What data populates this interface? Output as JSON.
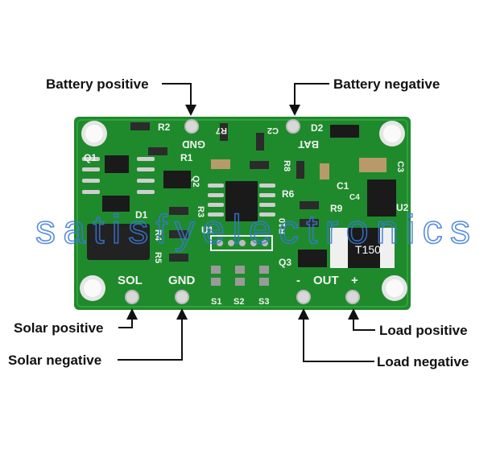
{
  "labels": {
    "battery_positive": "Battery positive",
    "battery_negative": "Battery negative",
    "solar_positive": "Solar positive",
    "solar_negative": "Solar negative",
    "load_positive": "Load positive",
    "load_negative": "Load negative"
  },
  "board": {
    "silkscreen": {
      "sol": "SOL",
      "gnd": "GND",
      "out": "OUT",
      "minus": "-",
      "plus": "+",
      "bat": "BAT",
      "gnd_top": "GND",
      "r2": "R2",
      "r1": "R1",
      "r3": "R3",
      "r4": "R4",
      "r5": "R5",
      "r6": "R6",
      "r7": "R7",
      "r8": "R8",
      "r9": "R9",
      "r10": "R10",
      "c1": "C1",
      "c2": "C2",
      "c3": "C3",
      "c4": "C4",
      "q1": "Q1",
      "q2": "Q2",
      "q3": "Q3",
      "d1": "D1",
      "d2": "D2",
      "u1": "U1",
      "u2": "U2",
      "s1": "S1",
      "s2": "S2",
      "s3": "S3",
      "t150": "T150"
    },
    "pcb_color": "#1f8a2c"
  },
  "watermark": "satisfyelectronics"
}
